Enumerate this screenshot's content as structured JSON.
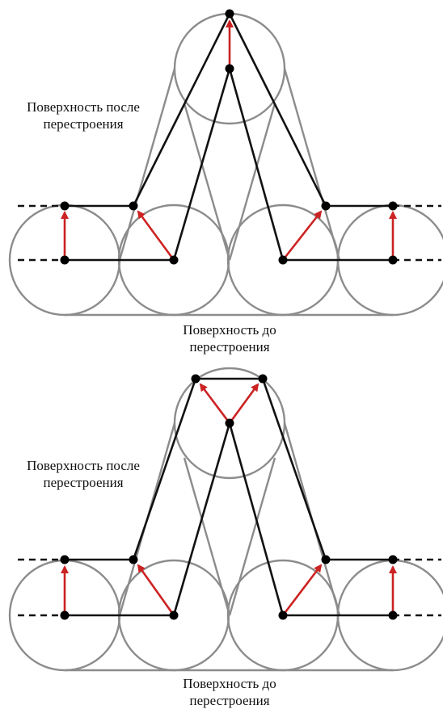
{
  "panels": [
    {
      "id": "single-point",
      "after_label": [
        "Поверхность после",
        "перестроения"
      ],
      "before_label": [
        "Поверхность до",
        "перестроения"
      ]
    },
    {
      "id": "two-point",
      "after_label": [
        "Поверхность после",
        "перестроения"
      ],
      "before_label": [
        "Поверхность до",
        "перестроения"
      ]
    }
  ],
  "colors": {
    "circle": "#8c8c8c",
    "surface": "#111111",
    "displacement_arrow": "#cc2222",
    "node": "#000000"
  }
}
